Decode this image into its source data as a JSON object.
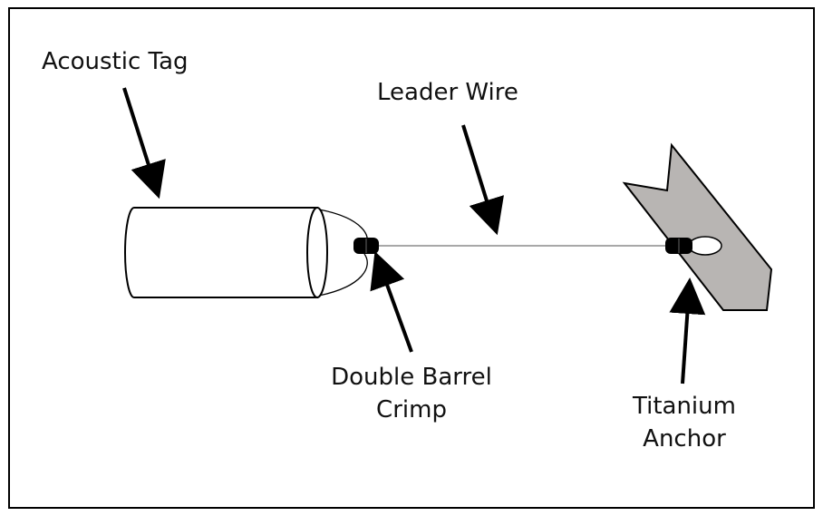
{
  "diagram": {
    "labels": {
      "acoustic_tag": "Acoustic Tag",
      "leader_wire": "Leader Wire",
      "crimp_line1": "Double Barrel",
      "crimp_line2": "Crimp",
      "anchor_line1": "Titanium",
      "anchor_line2": "Anchor"
    },
    "colors": {
      "stroke": "#000000",
      "anchor_fill": "#b8b5b3",
      "wire": "#a8a8a8",
      "background": "#ffffff"
    }
  }
}
